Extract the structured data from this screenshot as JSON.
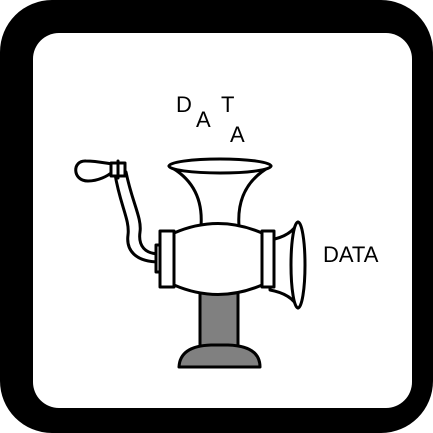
{
  "icon": {
    "name": "meat-grinder-icon",
    "frame_color": "#000000",
    "panel_color": "#ffffff",
    "stand_color": "#808080",
    "input_text": {
      "letters": [
        "D",
        "A",
        "T",
        "A"
      ]
    },
    "output_text": "DATA"
  }
}
